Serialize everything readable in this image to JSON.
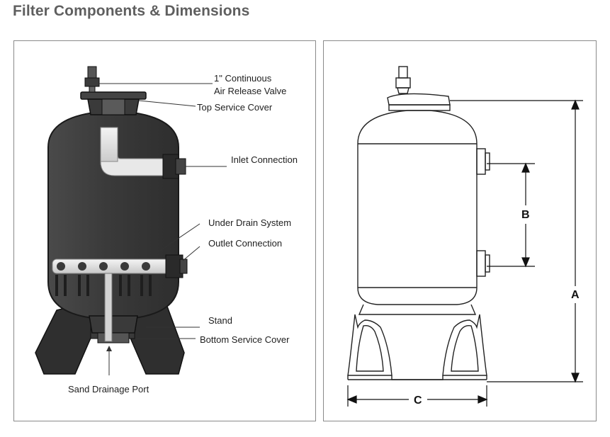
{
  "title": "Filter Components & Dimensions",
  "left_panel": {
    "callouts": {
      "air_valve_line1": "1\" Continuous",
      "air_valve_line2": "Air Release Valve",
      "top_cover": "Top Service Cover",
      "inlet": "Inlet Connection",
      "underdrain": "Under Drain System",
      "outlet": "Outlet Connection",
      "stand": "Stand",
      "bottom_cover": "Bottom Service Cover",
      "drain_port": "Sand Drainage Port"
    }
  },
  "right_panel": {
    "dimensions": {
      "a": "A",
      "b": "B",
      "c": "C"
    }
  },
  "colors": {
    "tank_dark": "#3f3f3f",
    "tank_outline": "#1a1a1a",
    "pipe_light": "#e6e6e6",
    "title": "#5f5f5f"
  }
}
